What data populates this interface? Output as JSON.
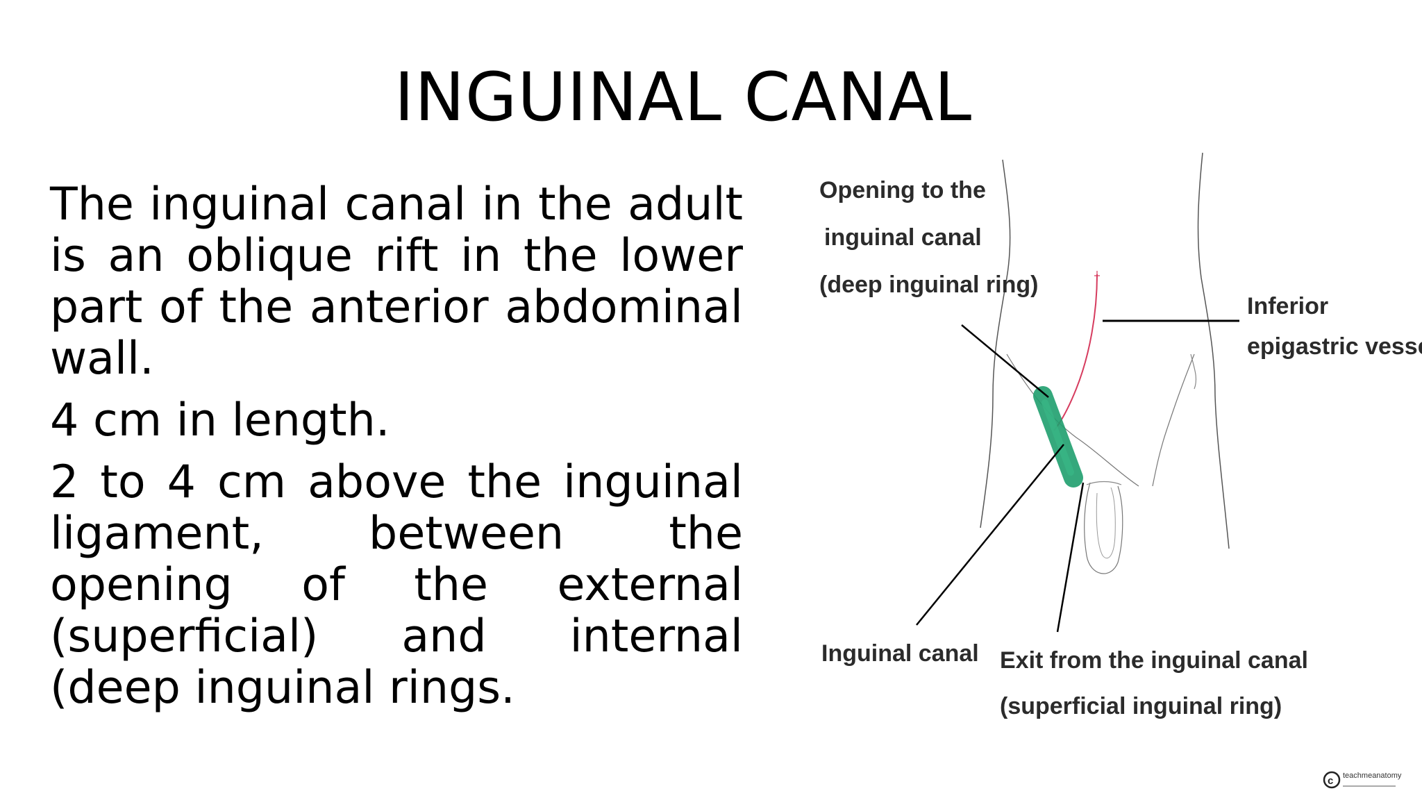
{
  "slide": {
    "title": "INGUINAL CANAL",
    "paragraphs": [
      "The inguinal canal in the adult is an oblique rift in the lower part of the anterior abdominal wall.",
      "4 cm in length.",
      "2 to 4 cm above the inguinal ligament, between the opening of the external (superficial) and internal (deep inguinal rings."
    ]
  },
  "figure": {
    "labels": {
      "deep_ring_line1": "Opening to the",
      "deep_ring_line2": "inguinal canal",
      "deep_ring_line3": "(deep inguinal ring)",
      "epigastric_line1": "Inferior",
      "epigastric_line2": "epigastric vessels",
      "canal": "Inguinal canal",
      "exit_line1": "Exit from the inguinal canal",
      "exit_line2": "(superficial inguinal ring)"
    },
    "credit": "teachmeanatomy",
    "colors": {
      "canal_fill": "#1f9e6e",
      "vessel": "#d63b5e",
      "outline": "#555555",
      "pointer": "#000000"
    }
  }
}
